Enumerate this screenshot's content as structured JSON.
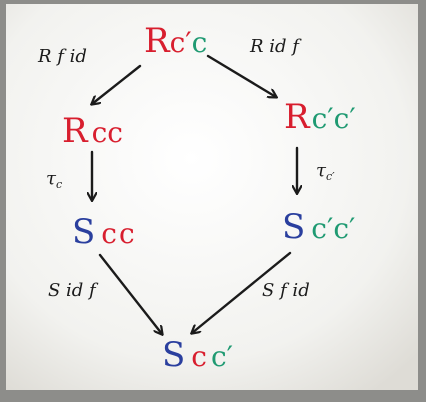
{
  "colors": {
    "ink_black": "#1b1b1b",
    "ink_red": "#d81e2e",
    "ink_green": "#1f9a72",
    "ink_blue": "#2a3f9e"
  },
  "nodes": {
    "top": {
      "parts": [
        {
          "text": "R",
          "color": "red"
        },
        {
          "text": "c",
          "color": "red"
        },
        {
          "text": "′",
          "color": "red"
        },
        {
          "text": "c",
          "color": "green"
        }
      ]
    },
    "left": {
      "parts": [
        {
          "text": "R",
          "color": "red"
        },
        {
          "text": "c",
          "color": "red"
        },
        {
          "text": "c",
          "color": "red"
        }
      ]
    },
    "right": {
      "parts": [
        {
          "text": "R",
          "color": "red"
        },
        {
          "text": "c′",
          "color": "green"
        },
        {
          "text": "c′",
          "color": "green"
        }
      ]
    },
    "lower_left": {
      "parts": [
        {
          "text": "S",
          "color": "blue"
        },
        {
          "text": "c",
          "color": "red"
        },
        {
          "text": "c",
          "color": "red"
        }
      ]
    },
    "lower_right": {
      "parts": [
        {
          "text": "S",
          "color": "blue"
        },
        {
          "text": "c′",
          "color": "green"
        },
        {
          "text": "c′",
          "color": "green"
        }
      ]
    },
    "bottom": {
      "parts": [
        {
          "text": "S",
          "color": "blue"
        },
        {
          "text": "c",
          "color": "red"
        },
        {
          "text": "c′",
          "color": "green"
        }
      ]
    }
  },
  "arrow_labels": {
    "top_to_left": "R f id",
    "top_to_right": "R id f",
    "left_down": "τ",
    "left_down_sub": "c",
    "right_down": "τ",
    "right_down_sub": "c′",
    "lower_left_to_bottom": "S id f",
    "lower_right_to_bottom": "S f id"
  }
}
